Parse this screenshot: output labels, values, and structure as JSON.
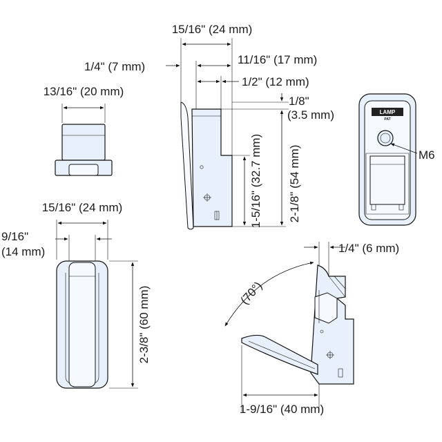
{
  "labels": {
    "top_side_width": "15/16\" (24 mm)",
    "top_side_17": "11/16\" (17 mm)",
    "top_side_7": "1/4\" (7 mm)",
    "top_side_12": "1/2\" (12 mm)",
    "top_side_3_5_a": "1/8\"",
    "top_side_3_5_b": "(3.5 mm)",
    "side_32_7": "1-5/16\" (32.7 mm)",
    "side_54": "2-1/8\" (54 mm)",
    "top_view_20": "13/16\" (20 mm)",
    "front_24": "15/16\" (24 mm)",
    "front_14_a": "9/16\"",
    "front_14_b": "(14 mm)",
    "front_60": "2-3/8\" (60 mm)",
    "thread": "M6",
    "open_6": "1/4\" (6 mm)",
    "open_angle": "(70°)",
    "open_40": "1-9/16\" (40 mm)"
  },
  "logo": {
    "brand": "LAMP",
    "mark": "PAT"
  }
}
